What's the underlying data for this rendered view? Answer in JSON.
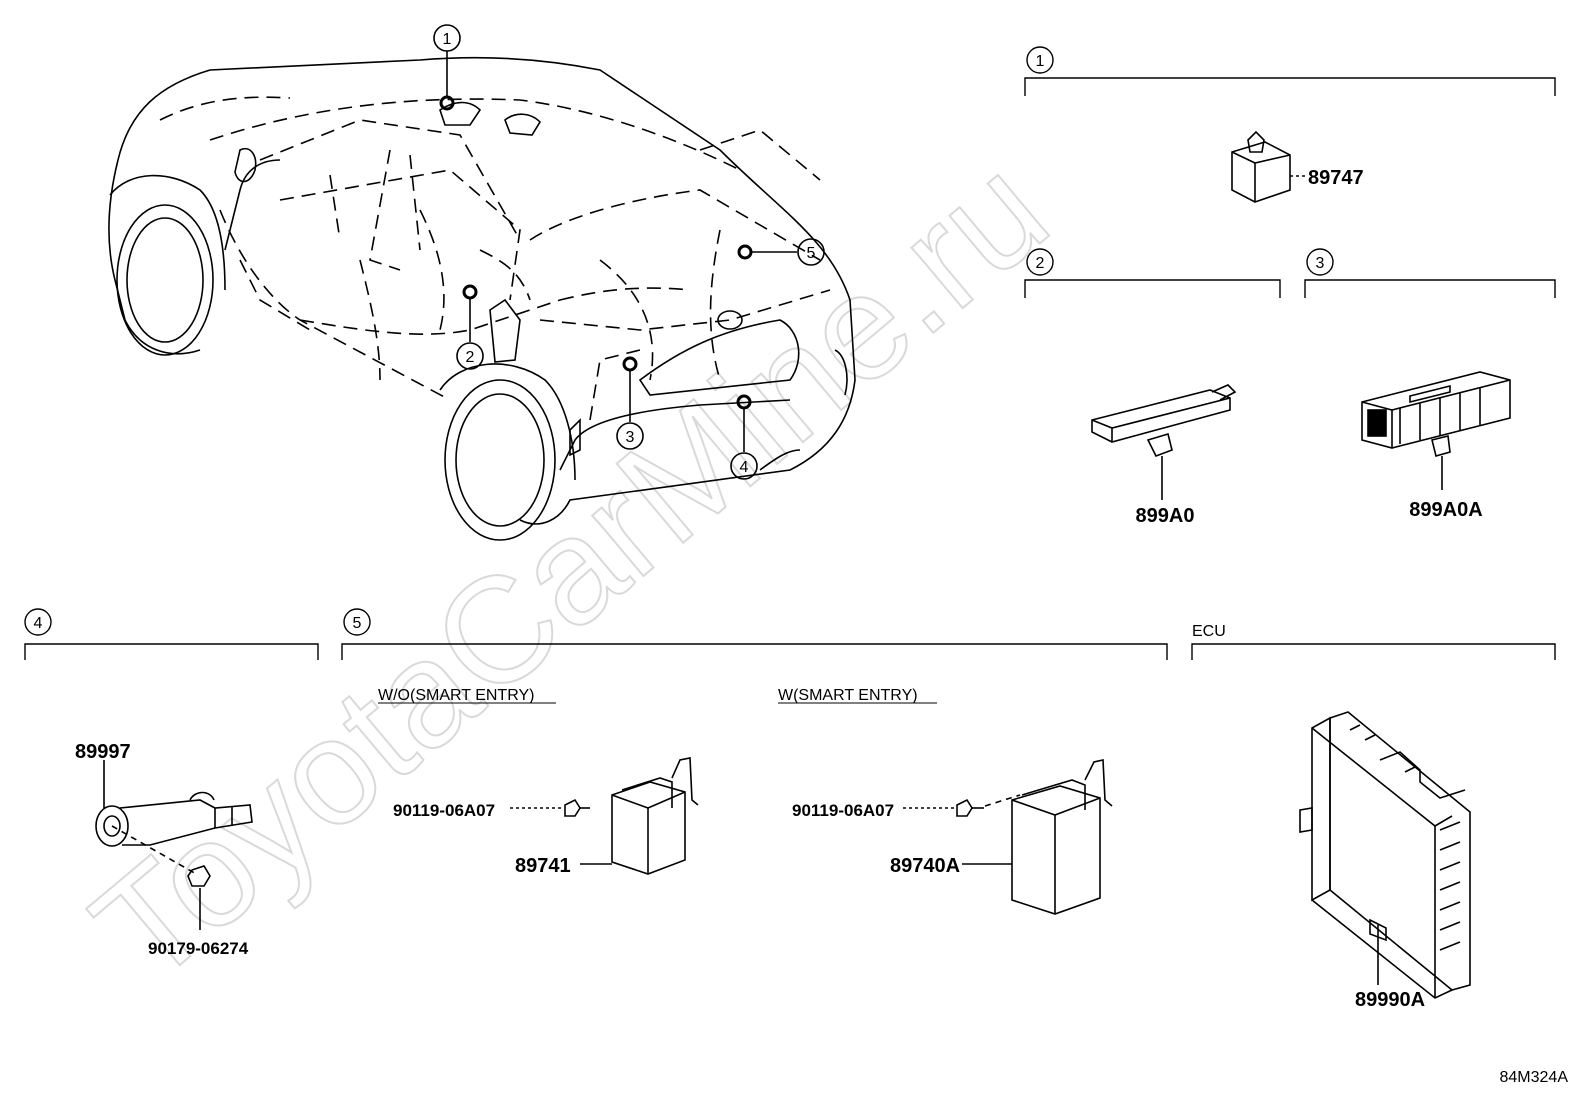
{
  "watermark": "ToyotaCarMine.ru",
  "diagram_code": "84M324A",
  "callouts": {
    "c1": "1",
    "c2": "2",
    "c3": "3",
    "c4": "4",
    "c5": "5"
  },
  "sections": {
    "s1": {
      "number": "1",
      "part": "89747"
    },
    "s2": {
      "number": "2",
      "part": "899A0"
    },
    "s3": {
      "number": "3",
      "part": "899A0A"
    },
    "s4": {
      "number": "4",
      "part_main": "89997",
      "part_nut": "90179-06274"
    },
    "s5": {
      "number": "5",
      "wo_label": "W/O(SMART ENTRY)",
      "wo_bolt": "90119-06A07",
      "wo_part": "89741",
      "w_label": "W(SMART ENTRY)",
      "w_bolt": "90119-06A07",
      "w_part": "89740A"
    },
    "ecu": {
      "title": "ECU",
      "part": "89990A"
    }
  }
}
